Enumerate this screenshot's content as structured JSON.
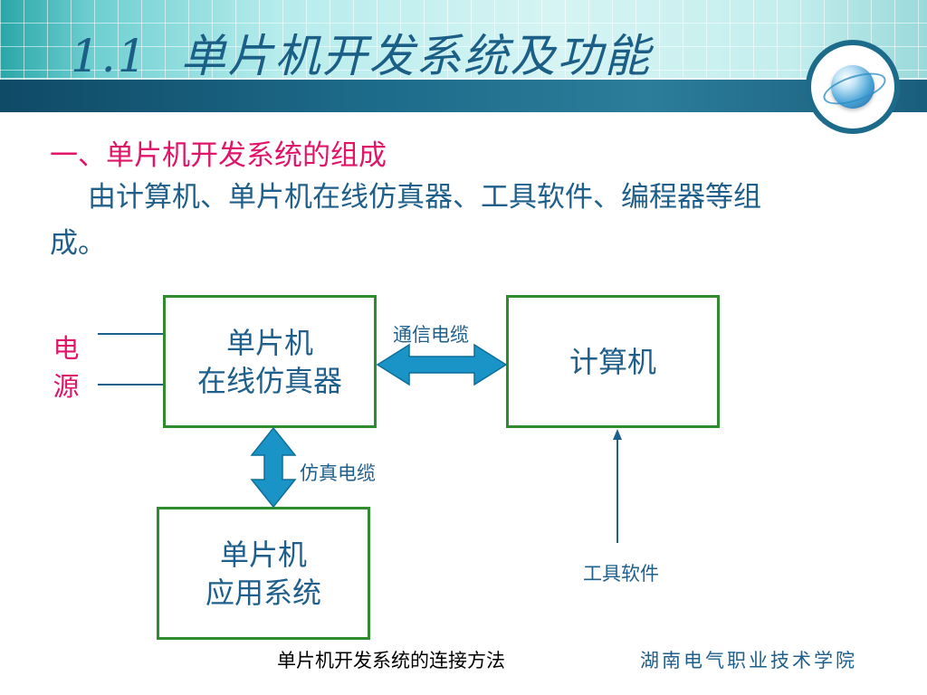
{
  "header": {
    "section_number": "1.1",
    "title": "单片机开发系统及功能"
  },
  "content": {
    "heading": "一、单片机开发系统的组成",
    "paragraph": "由计算机、单片机在线仿真器、工具软件、编程器等组成。"
  },
  "diagram": {
    "simulator_box": [
      "单片机",
      "在线仿真器"
    ],
    "computer_box": "计算机",
    "app_box": [
      "单片机",
      "应用系统"
    ],
    "power_label": [
      "电",
      "源"
    ],
    "comm_cable_label": "通信电缆",
    "emu_cable_label": "仿真电缆",
    "tools_label": "工具软件"
  },
  "footer": {
    "caption": "单片机开发系统的连接方法",
    "school": "湖南电气职业技术学院"
  },
  "colors": {
    "title": "#1b5f86",
    "heading": "#e0156a",
    "body_text": "#1f5f8b",
    "box_border": "#2e8b2e",
    "arrow_fill": "#1a93c7"
  }
}
